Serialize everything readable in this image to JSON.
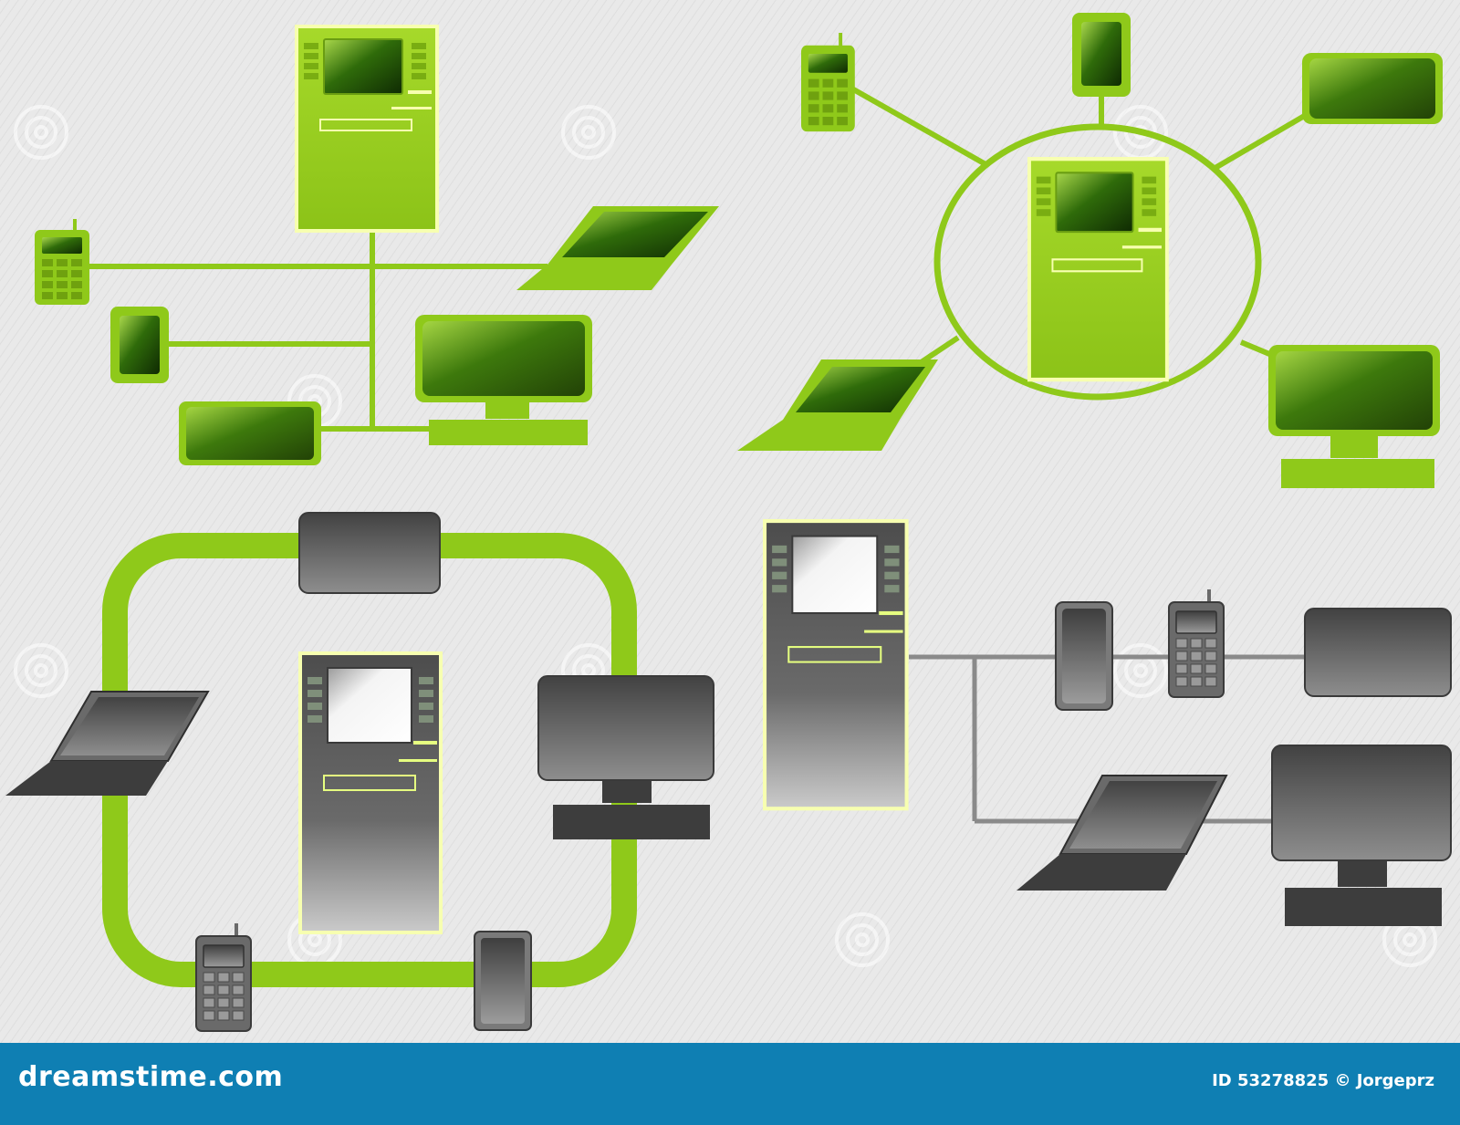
{
  "footer": {
    "brand": "dreamstime.com",
    "image_id": "ID 53278825 © Jorgeprz"
  },
  "watermark": "dreamstime",
  "colors": {
    "background": "#e8e8e8",
    "green": "#8fc91a",
    "green_light": "#b5e23a",
    "gray_device": "#5a5a5a",
    "gray_line": "#8a8a8a",
    "screen_dark": "#1b3a05",
    "footer": "#0f7fb3",
    "atm_border": "#fbffb0"
  },
  "diagrams": [
    {
      "name": "bus-topology-green",
      "hub": "atm",
      "devices": [
        "mobile-phone",
        "smartphone",
        "tablet",
        "laptop",
        "desktop-computer"
      ]
    },
    {
      "name": "star-topology-green",
      "hub": "atm",
      "devices": [
        "mobile-phone",
        "smartphone",
        "tablet",
        "laptop",
        "desktop-computer"
      ]
    },
    {
      "name": "ring-topology-gray",
      "hub": "atm",
      "devices": [
        "tablet",
        "laptop",
        "desktop-computer",
        "mobile-phone",
        "smartphone"
      ]
    },
    {
      "name": "tree-topology-gray",
      "hub": "atm",
      "devices": [
        "smartphone",
        "mobile-phone",
        "tablet",
        "laptop",
        "desktop-computer"
      ]
    }
  ]
}
